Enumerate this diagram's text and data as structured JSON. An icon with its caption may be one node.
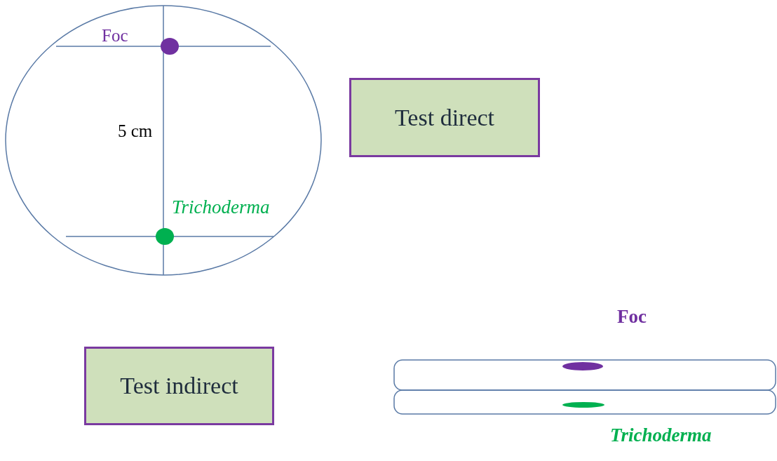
{
  "diagram": {
    "nodes": [
      {
        "text": [
          "Test direct"
        ]
      },
      {
        "text": [
          "Test indirect"
        ]
      }
    ],
    "labels": [
      "Foc",
      "5 cm",
      "Trichoderma",
      "Foc",
      "Trichoderma"
    ]
  }
}
